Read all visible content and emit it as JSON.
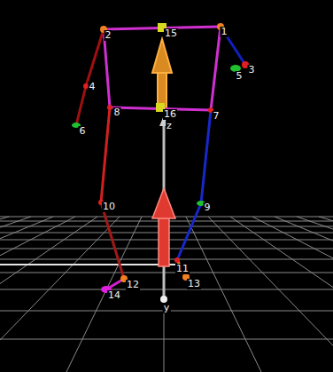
{
  "diagram": {
    "labels": [
      "2",
      "15",
      "1",
      "3",
      "5",
      "4",
      "8",
      "16",
      "7",
      "6",
      "z",
      "10",
      "9",
      "11",
      "13",
      "12",
      "14",
      "y"
    ]
  }
}
